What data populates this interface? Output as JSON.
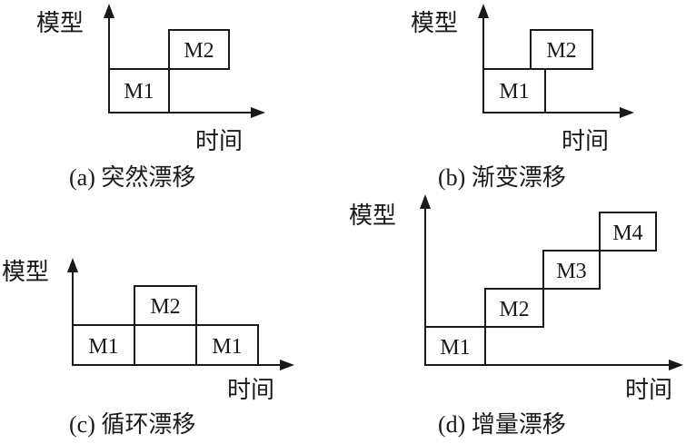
{
  "panels": {
    "a": {
      "y_axis_label": "模型",
      "x_axis_label": "时间",
      "caption": "(a) 突然漂移",
      "boxes": [
        "M1",
        "M2"
      ]
    },
    "b": {
      "y_axis_label": "模型",
      "x_axis_label": "时间",
      "caption": "(b) 渐变漂移",
      "boxes": [
        "M1",
        "M2"
      ]
    },
    "c": {
      "y_axis_label": "模型",
      "x_axis_label": "时间",
      "caption": "(c) 循环漂移",
      "boxes": [
        "M1",
        "M2",
        "",
        "M1"
      ]
    },
    "d": {
      "y_axis_label": "模型",
      "x_axis_label": "时间",
      "caption": "(d) 增量漂移",
      "boxes": [
        "M1",
        "M2",
        "M3",
        "M4"
      ]
    }
  }
}
